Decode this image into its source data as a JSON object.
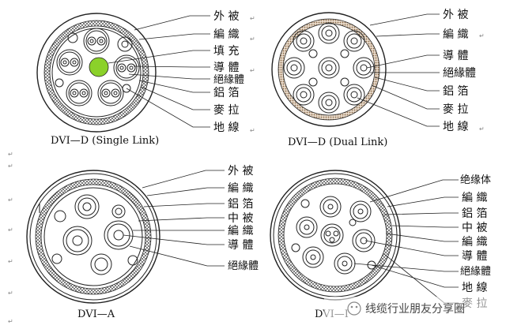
{
  "diagrams": [
    {
      "caption": "DVI—D (Single Link)",
      "labels": [
        "外 被",
        "編 織",
        "填 充",
        "導 體",
        "絕緣體",
        "鋁 箔",
        "麥 拉",
        "地 線"
      ]
    },
    {
      "caption": "DVI—D (Dual Link)",
      "labels": [
        "外 被",
        "編 織",
        "導 體",
        "絕緣體",
        "鋁 箔",
        "麥 拉",
        "地 線"
      ]
    },
    {
      "caption": "DVI—A",
      "labels": [
        "外 被",
        "編 織",
        "鋁 箔",
        "中 被",
        "編 織",
        "導 體",
        "絕緣體"
      ]
    },
    {
      "caption": "DVI—I",
      "labels": [
        "绝缘体",
        "編 織",
        "鋁 箔",
        "中 被",
        "編 織",
        "導 體",
        "絕緣體",
        "地 線",
        "麥 拉"
      ]
    }
  ],
  "paragraph_mark": "↵",
  "watermark": "线缆行业朋友分享圈",
  "colors": {
    "filler": "#8bd12a",
    "line": "#222222"
  }
}
